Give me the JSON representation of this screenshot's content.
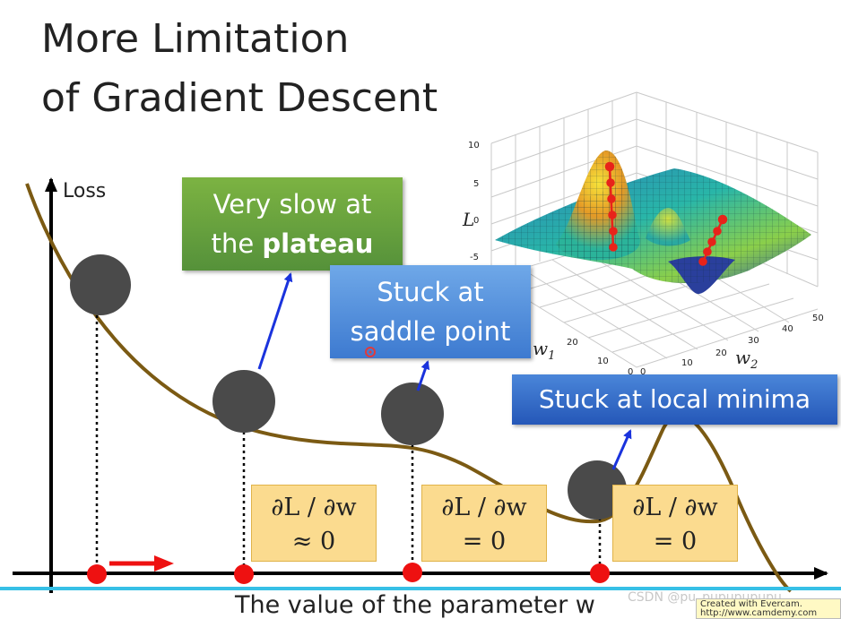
{
  "title": {
    "line1": "More Limitation",
    "line2": "of Gradient Descent"
  },
  "axes": {
    "y_label": "Loss",
    "x_label": "The value of the parameter w"
  },
  "callouts": {
    "plateau": {
      "line1": "Very slow at",
      "line2_prefix": "the ",
      "line2_bold": "plateau"
    },
    "saddle": {
      "line1": "Stuck at",
      "line2": "saddle point"
    },
    "local_min": {
      "text": "Stuck at local minima"
    }
  },
  "derivatives": [
    {
      "top": "∂L / ∂w",
      "bottom": "≈ 0"
    },
    {
      "top": "∂L / ∂w",
      "bottom": "= 0"
    },
    {
      "top": "∂L / ∂w",
      "bottom": "= 0"
    }
  ],
  "surface_plot": {
    "z_label": "L",
    "w1_label": "w",
    "w1_sub": "1",
    "w2_label": "w",
    "w2_sub": "2",
    "z_ticks": [
      "10",
      "5",
      "0",
      "-5"
    ],
    "w1_ticks": [
      "20",
      "10",
      "0"
    ],
    "w2_ticks": [
      "0",
      "10",
      "20",
      "30",
      "40",
      "50"
    ]
  },
  "watermark": "CSDN @pu_pupupupupu",
  "stamp": {
    "line1": "Created with Evercam.",
    "line2": "http://www.camdemy.com"
  },
  "colors": {
    "curve": "#7b5a13",
    "ball": "#4a4a4a",
    "dot": "#ee1111",
    "arrow": "#1a33dd",
    "callout_green": "#5d9b3d",
    "callout_blue": "#4a86d9",
    "deriv_box": "#fbdb8f",
    "bottom_bar": "#36c0e6"
  }
}
